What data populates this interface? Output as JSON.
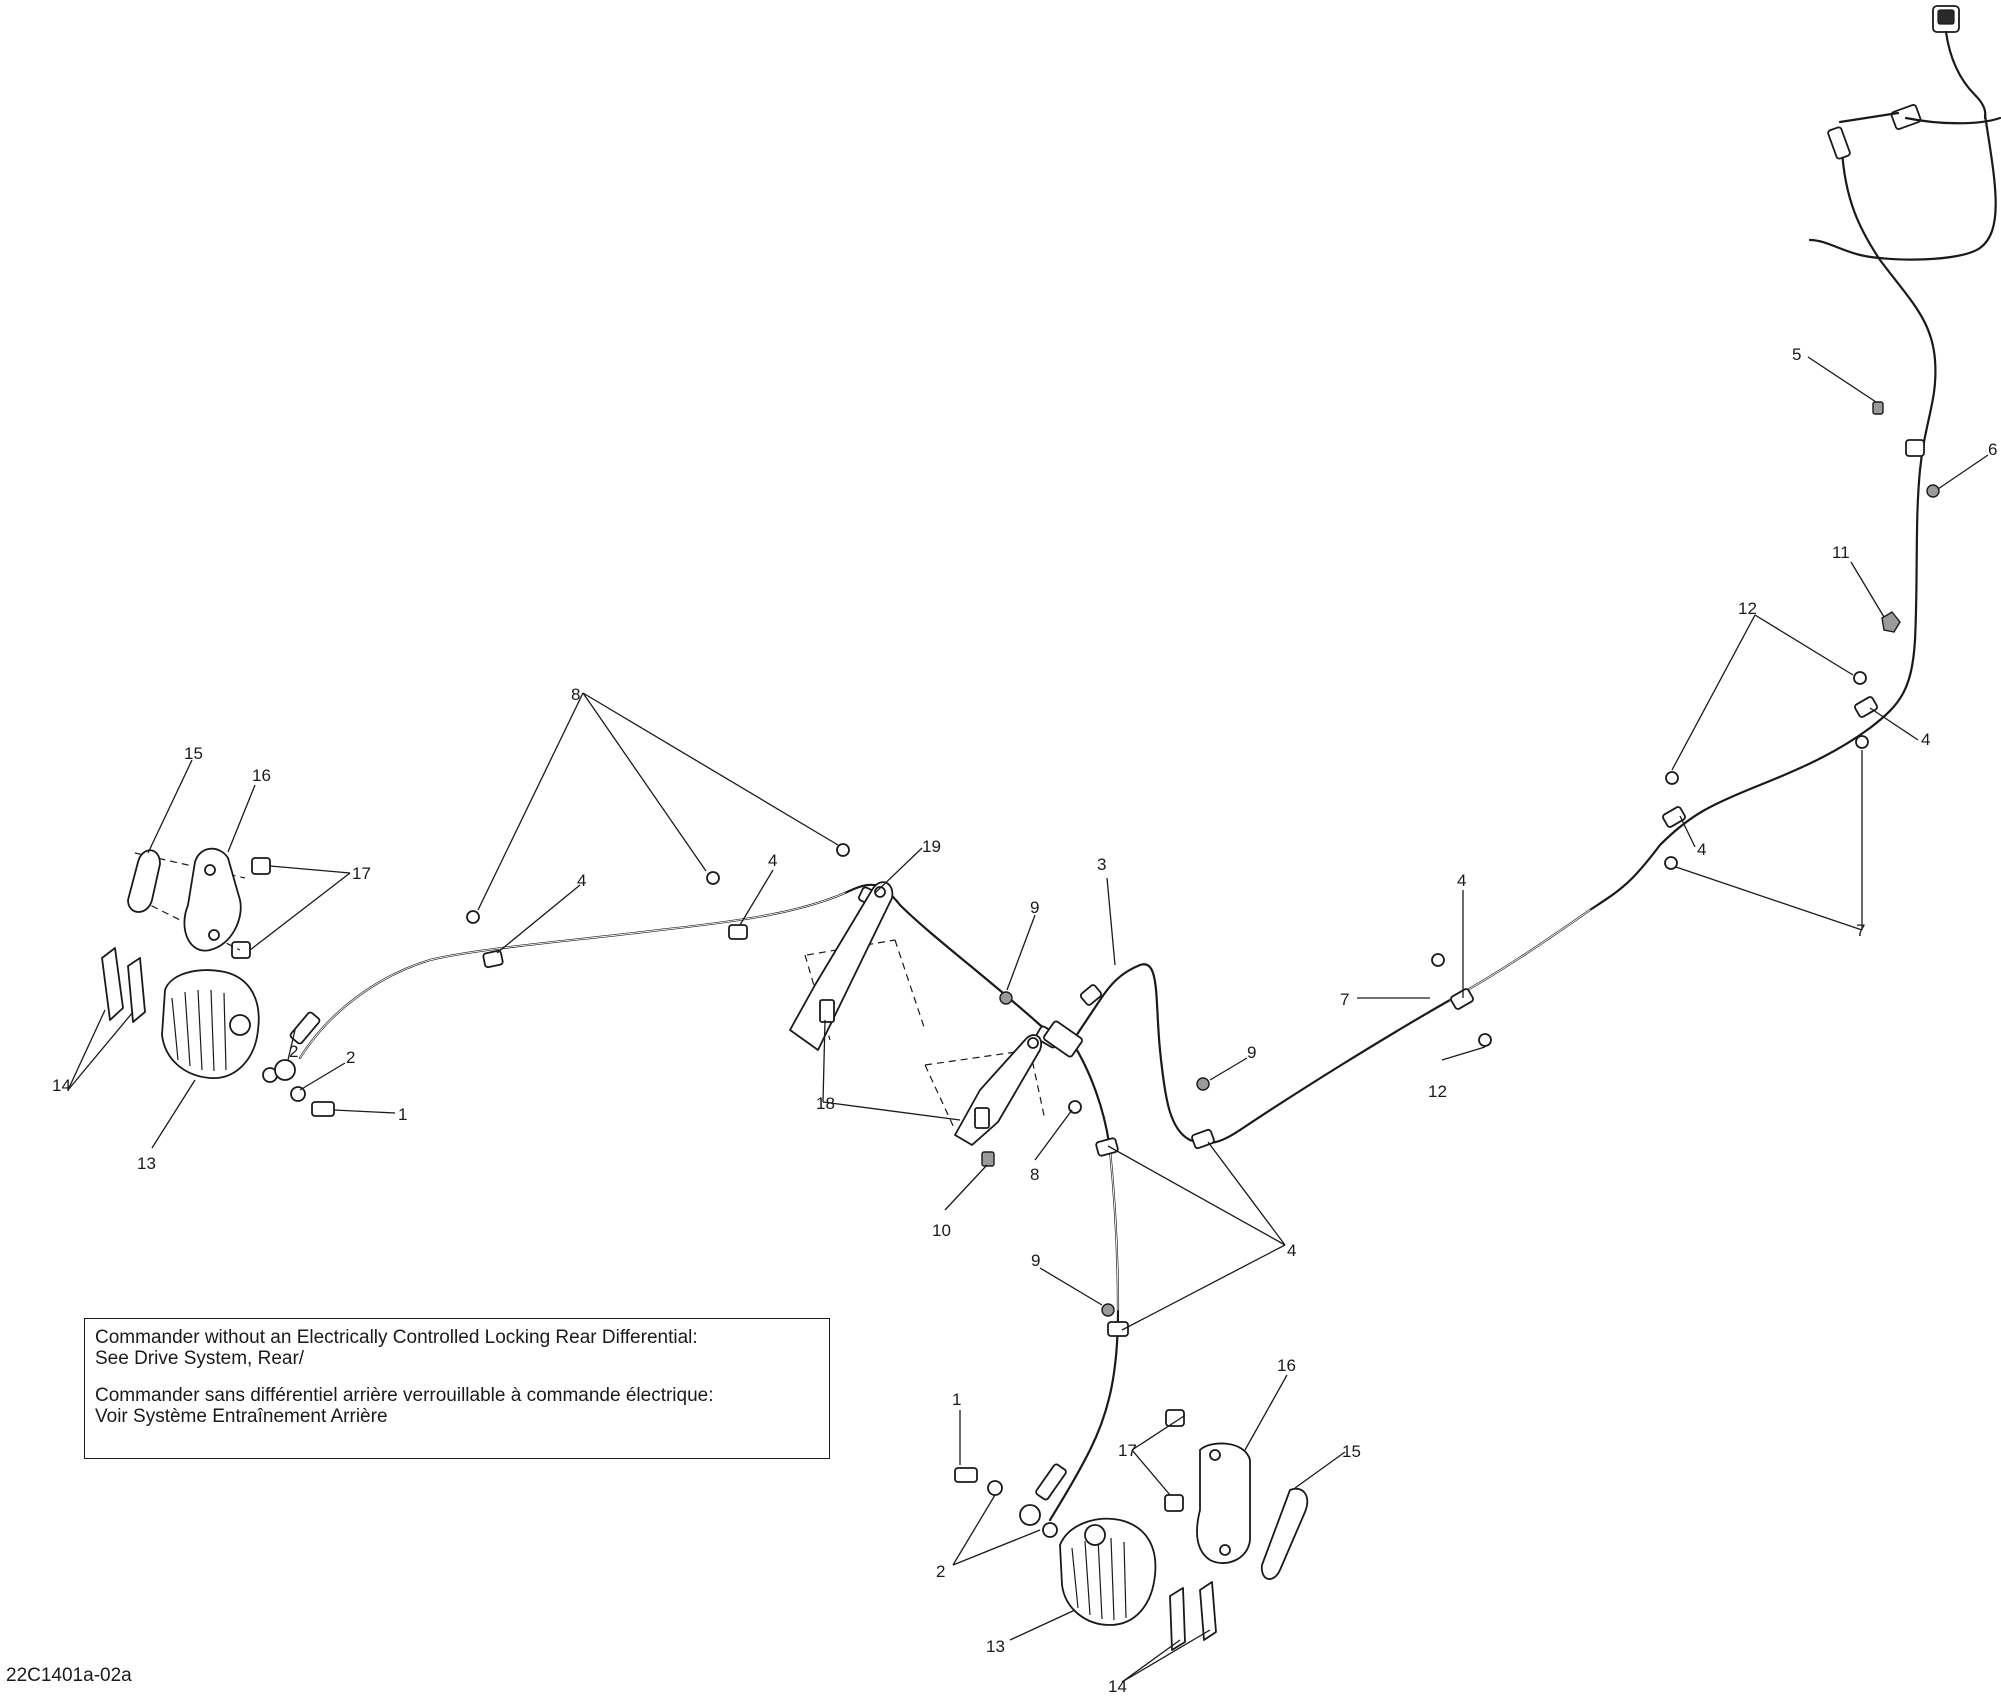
{
  "callouts": [
    {
      "id": "c1a",
      "text": "1"
    },
    {
      "id": "c1b",
      "text": "1"
    },
    {
      "id": "c2a",
      "text": "2"
    },
    {
      "id": "c2b",
      "text": "2"
    },
    {
      "id": "c2c",
      "text": "2"
    },
    {
      "id": "c3",
      "text": "3"
    },
    {
      "id": "c4a",
      "text": "4"
    },
    {
      "id": "c4b",
      "text": "4"
    },
    {
      "id": "c4c",
      "text": "4"
    },
    {
      "id": "c4d",
      "text": "4"
    },
    {
      "id": "c4e",
      "text": "4"
    },
    {
      "id": "c4f",
      "text": "4"
    },
    {
      "id": "c5",
      "text": "5"
    },
    {
      "id": "c6",
      "text": "6"
    },
    {
      "id": "c7a",
      "text": "7"
    },
    {
      "id": "c7b",
      "text": "7"
    },
    {
      "id": "c8a",
      "text": "8"
    },
    {
      "id": "c8b",
      "text": "8"
    },
    {
      "id": "c9a",
      "text": "9"
    },
    {
      "id": "c9b",
      "text": "9"
    },
    {
      "id": "c9c",
      "text": "9"
    },
    {
      "id": "c10",
      "text": "10"
    },
    {
      "id": "c11",
      "text": "11"
    },
    {
      "id": "c12a",
      "text": "12"
    },
    {
      "id": "c12b",
      "text": "12"
    },
    {
      "id": "c13a",
      "text": "13"
    },
    {
      "id": "c13b",
      "text": "13"
    },
    {
      "id": "c14a",
      "text": "14"
    },
    {
      "id": "c14b",
      "text": "14"
    },
    {
      "id": "c15a",
      "text": "15"
    },
    {
      "id": "c15b",
      "text": "15"
    },
    {
      "id": "c16a",
      "text": "16"
    },
    {
      "id": "c16b",
      "text": "16"
    },
    {
      "id": "c17a",
      "text": "17"
    },
    {
      "id": "c17b",
      "text": "17"
    },
    {
      "id": "c18",
      "text": "18"
    },
    {
      "id": "c19",
      "text": "19"
    }
  ],
  "note": {
    "line1": "Commander without an Electrically Controlled Locking Rear Differential:",
    "line2": "See Drive System, Rear/",
    "line3": "Commander sans différentiel arrière verrouillable à commande électrique:",
    "line4": "Voir Système Entraînement Arrière"
  },
  "document_code": "22C1401a-02a"
}
